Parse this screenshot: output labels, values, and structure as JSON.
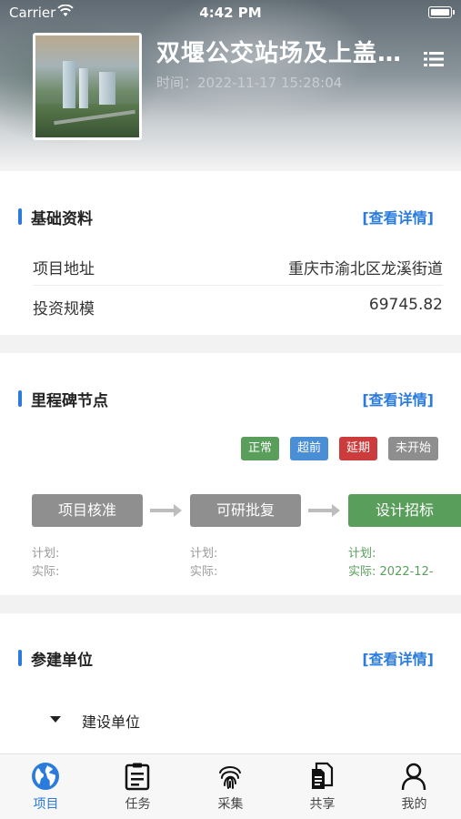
{
  "status_bar": {
    "carrier": "Carrier",
    "time": "4:42 PM"
  },
  "header": {
    "title": "双堰公交站场及上盖物业开发项目",
    "time_label": "时间：",
    "time_value": "2022-11-17 15:28:04"
  },
  "basic_info": {
    "title": "基础资料",
    "detail_link": "[查看详情]",
    "rows": [
      {
        "label": "项目地址",
        "value": "重庆市渝北区龙溪街道"
      },
      {
        "label": "投资规模",
        "value": "69745.82"
      }
    ]
  },
  "milestones": {
    "title": "里程碑节点",
    "detail_link": "[查看详情]",
    "legend": [
      {
        "label": "正常",
        "color": "#5a9e5c"
      },
      {
        "label": "超前",
        "color": "#4a8fd6"
      },
      {
        "label": "延期",
        "color": "#cc3c3c"
      },
      {
        "label": "未开始",
        "color": "#8e8e8e"
      }
    ],
    "nodes": [
      {
        "name": "项目核准",
        "plan_label": "计划:",
        "plan_value": "",
        "actual_label": "实际:",
        "actual_value": ""
      },
      {
        "name": "可研批复",
        "plan_label": "计划:",
        "plan_value": "",
        "actual_label": "实际:",
        "actual_value": ""
      },
      {
        "name": "设计招标",
        "plan_label": "计划:",
        "plan_value": "",
        "actual_label": "实际:",
        "actual_value": "2022-12-"
      }
    ]
  },
  "participants": {
    "title": "参建单位",
    "detail_link": "[查看详情]",
    "tree_item": "建设单位"
  },
  "tabbar": {
    "active": "项目",
    "tabs": [
      {
        "label": "项目",
        "icon": "globe-icon"
      },
      {
        "label": "任务",
        "icon": "clipboard-icon"
      },
      {
        "label": "采集",
        "icon": "fingerprint-icon"
      },
      {
        "label": "共享",
        "icon": "documents-icon"
      },
      {
        "label": "我的",
        "icon": "person-icon"
      }
    ]
  },
  "colors": {
    "accent": "#2a7bdb",
    "normal": "#5a9e5c",
    "not_started": "#8e8e8e"
  }
}
